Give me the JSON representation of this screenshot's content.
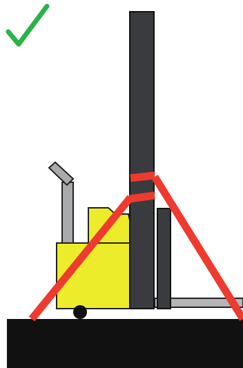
{
  "indicator": {
    "symbol": "✓",
    "meaning": "correct",
    "color": "#2db24a"
  },
  "colors": {
    "ground": "#111111",
    "mast": "#3a3b3f",
    "mast_outline": "#111111",
    "body": "#ecec2a",
    "body_outline": "#222222",
    "handle": "#a9aaac",
    "forks": "#b4b5b7",
    "wheel": "#111111",
    "strap": "#ee3a2f"
  },
  "scene": {
    "subject": "walkie-stacker-forklift",
    "securing": "crossed-straps-around-mast"
  }
}
